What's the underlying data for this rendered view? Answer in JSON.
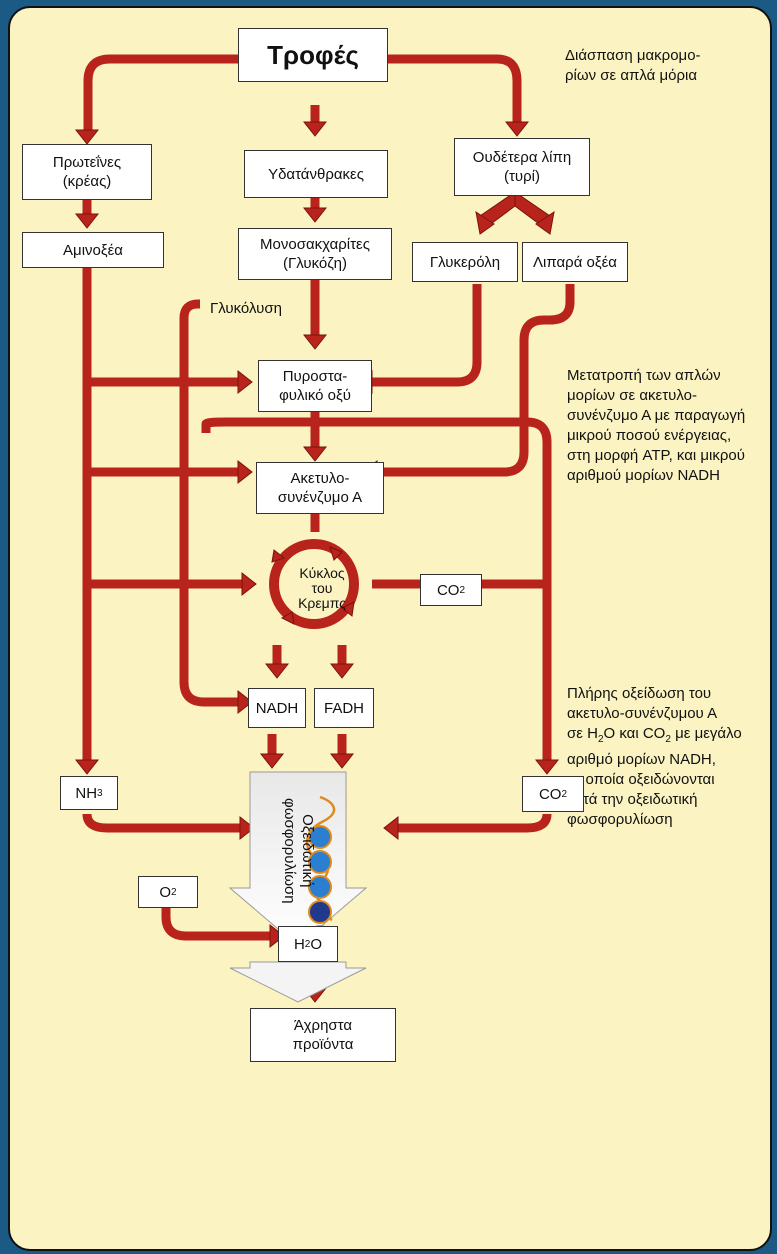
{
  "title": "Τροφές",
  "notes": {
    "stage1": [
      "Διάσπαση μακρομο-",
      "ρίων σε απλά μόρια"
    ],
    "stage2": [
      "Μετατροπή των απλών",
      "μορίων σε ακετυλο-",
      "συνένζυμο Α με παραγωγή",
      "μικρού ποσού ενέργειας,",
      "στη μορφή ATP, και μικρού",
      "αριθμού μορίων NADH"
    ],
    "stage3_line1": "Πλήρης οξείδωση του",
    "stage3_line2": "ακετυλο-συνένζυμου Α",
    "stage3_line3_pre": "σε H",
    "stage3_line3_sub1": "2",
    "stage3_line3_mid": "O και CO",
    "stage3_line3_sub2": "2",
    "stage3_line3_post": " με μεγάλο",
    "stage3_rest": [
      "αριθμό μορίων NADH,",
      "τα οποία οξειδώνονται",
      "κατά την οξειδωτική",
      "φωσφορυλίωση"
    ]
  },
  "boxes": {
    "proteins": [
      "Πρωτεΐνες",
      "(κρέας)"
    ],
    "carbs": "Υδατάνθρακες",
    "fats": [
      "Ουδέτερα λίπη",
      "(τυρί)"
    ],
    "amino": "Αμινοξέα",
    "mono": [
      "Μονοσακχαρίτες",
      "(Γλυκόζη)"
    ],
    "glycerol": "Γλυκερόλη",
    "fatty": "Λιπαρά οξέα",
    "pyruvate": [
      "Πυροστα-",
      "φυλικό οξύ"
    ],
    "acetyl": [
      "Ακετυλο-",
      "συνένζυμο Α"
    ],
    "nadh": "NADH",
    "fadh": "FADH",
    "waste": [
      "Άχρηστα",
      "προϊόντα"
    ]
  },
  "chem": {
    "co2_base": "CO",
    "co2_sub": "2",
    "o2_base": "O",
    "o2_sub": "2",
    "h2o_pre": "H",
    "h2o_sub": "2",
    "h2o_post": "O",
    "nh3_base": "NH",
    "nh3_sub": "3"
  },
  "labels": {
    "glycolysis": "Γλυκόλυση",
    "krebs": [
      "Κύκλος",
      "του",
      "Κρεμπς"
    ],
    "oxphos": [
      "Οξειδωτική",
      "φωσφορυλίωση"
    ]
  },
  "colors": {
    "arrow": "#b8241b",
    "arrow_edge": "#7a120d",
    "background": "#fbf3c2",
    "frame": "#1a5a84",
    "electron_carrier": "#2a7fd0",
    "carrier_chain": "#e08a1e"
  }
}
